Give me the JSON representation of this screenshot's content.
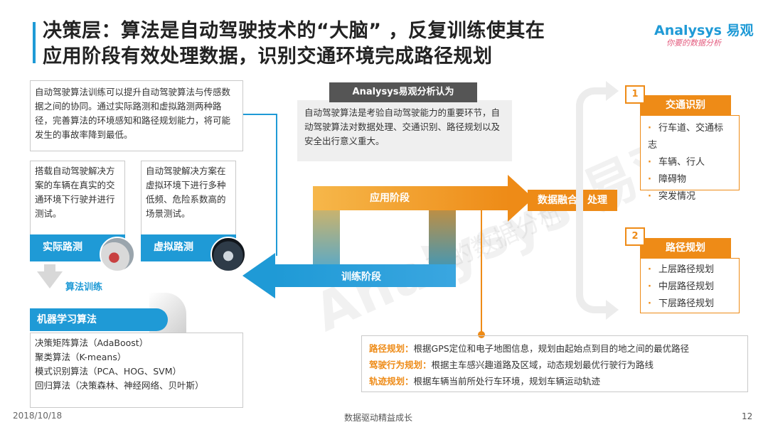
{
  "header": {
    "title_line1": "决策层：算法是自动驾驶技术的“大脑” ，反复训练使其在",
    "title_line2": "应用阶段有效处理数据，识别交通环境完成路径规划",
    "logo_text": "Analysys",
    "logo_cn": "易观",
    "logo_tagline": "你要的数据分析"
  },
  "left": {
    "intro": "自动驾驶算法训练可以提升自动驾驶算法与传感数据之间的协同。通过实际路测和虚拟路测两种路径，完善算法的环境感知和路径规划能力，将可能发生的事故率降到最低。",
    "real_desc": "搭载自动驾驶解决方案的车辆在真实的交通环境下行驶并进行测试。",
    "virtual_desc": "自动驾驶解决方案在虚拟环境下进行多种低频、危险系数高的场景测试。",
    "real_label": "实际路测",
    "virtual_label": "虚拟路测",
    "train_label": "算法训练",
    "ml_heading": "机器学习算法",
    "ml_items": [
      "决策矩阵算法（AdaBoost）",
      "聚类算法（K-means）",
      "模式识别算法（PCA、HOG、SVM）",
      "回归算法（决策森林、神经网络、贝叶斯）"
    ]
  },
  "center": {
    "tab_label": "Analysys易观分析认为",
    "analysis": "自动驾驶算法是考验自动驾驶能力的重要环节，自动驾驶算法对数据处理、交通识别、路径规划以及安全出行意义重大。",
    "app_stage": "应用阶段",
    "train_stage": "训练阶段",
    "fusion": "数据融合、处理"
  },
  "right": {
    "traffic": {
      "num": "1",
      "heading": "交通识别",
      "items": [
        "行车道、交通标志",
        "车辆、行人",
        "障碍物",
        "突发情况"
      ]
    },
    "path": {
      "num": "2",
      "heading": "路径规划",
      "items": [
        "上层路径规划",
        "中层路径规划",
        "下层路径规划"
      ]
    }
  },
  "path_notes": [
    {
      "key": "路径规划：",
      "text": "根据GPS定位和电子地图信息，规划由起始点到目的地之间的最优路径"
    },
    {
      "key": "驾驶行为规划：",
      "text": "根据主车感兴趣道路及区域，动态规划最优行驶行为路线"
    },
    {
      "key": "轨迹规划：",
      "text": "根据车辆当前所处行车环境，规划车辆运动轨迹"
    }
  ],
  "footer": {
    "date": "2018/10/18",
    "center": "数据驱动精益成长",
    "page": "12"
  },
  "watermark": {
    "main": "Analysys 易观",
    "sub": "你要的数据分析"
  },
  "colors": {
    "blue": "#1f9ad6",
    "orange": "#ee8b17"
  }
}
